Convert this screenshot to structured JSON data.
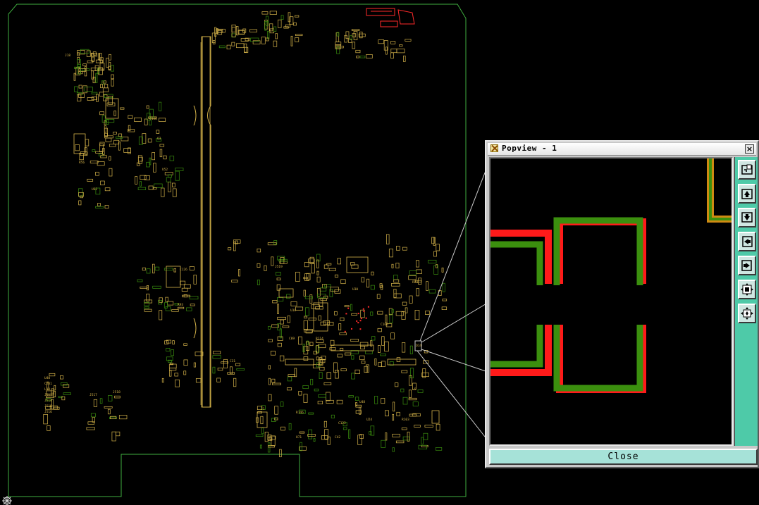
{
  "popview": {
    "title": "Popview - 1",
    "close_button_label": "Close",
    "toolbar_buttons": [
      {
        "name": "zoom-fit-icon"
      },
      {
        "name": "pan-up-icon"
      },
      {
        "name": "pan-down-icon"
      },
      {
        "name": "pan-left-icon"
      },
      {
        "name": "pan-right-icon"
      },
      {
        "name": "zoom-in-icon"
      },
      {
        "name": "zoom-out-icon"
      }
    ]
  },
  "board": {
    "outline_color": "#3fae3f",
    "silkscreen_color": "#d6b44a",
    "highlight_color": "#ff2a2a",
    "copper_top_color": "#3b8f0e",
    "labels": [
      {
        "t": "J18"
      },
      {
        "t": "U62"
      },
      {
        "t": "R56"
      },
      {
        "t": "C148"
      },
      {
        "t": "Q3"
      },
      {
        "t": "U52"
      },
      {
        "t": "C126"
      },
      {
        "t": "R93"
      },
      {
        "t": "U40"
      },
      {
        "t": "C201"
      },
      {
        "t": "L10"
      },
      {
        "t": "J513"
      },
      {
        "t": "J514"
      },
      {
        "t": "J515"
      },
      {
        "t": "J516"
      },
      {
        "t": "J517"
      },
      {
        "t": "J518"
      },
      {
        "t": "J519"
      },
      {
        "t": "U18"
      },
      {
        "t": "C89"
      },
      {
        "t": "R114"
      },
      {
        "t": "U30"
      },
      {
        "t": "C160"
      },
      {
        "t": "R24"
      },
      {
        "t": "Q14"
      },
      {
        "t": "U24"
      },
      {
        "t": "C122"
      },
      {
        "t": "R146"
      },
      {
        "t": "J1"
      },
      {
        "t": "U71"
      },
      {
        "t": "C42"
      },
      {
        "t": "R103"
      },
      {
        "t": "L5"
      },
      {
        "t": "U48"
      },
      {
        "t": "C31"
      }
    ]
  }
}
